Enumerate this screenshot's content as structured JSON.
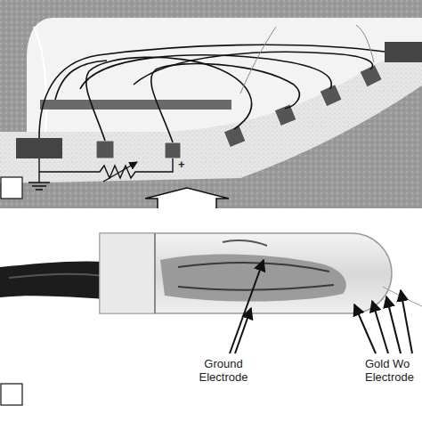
{
  "diagram": {
    "labels": [
      "+",
      "Ground Electrode",
      "Gold Wo Electrode"
    ]
  }
}
